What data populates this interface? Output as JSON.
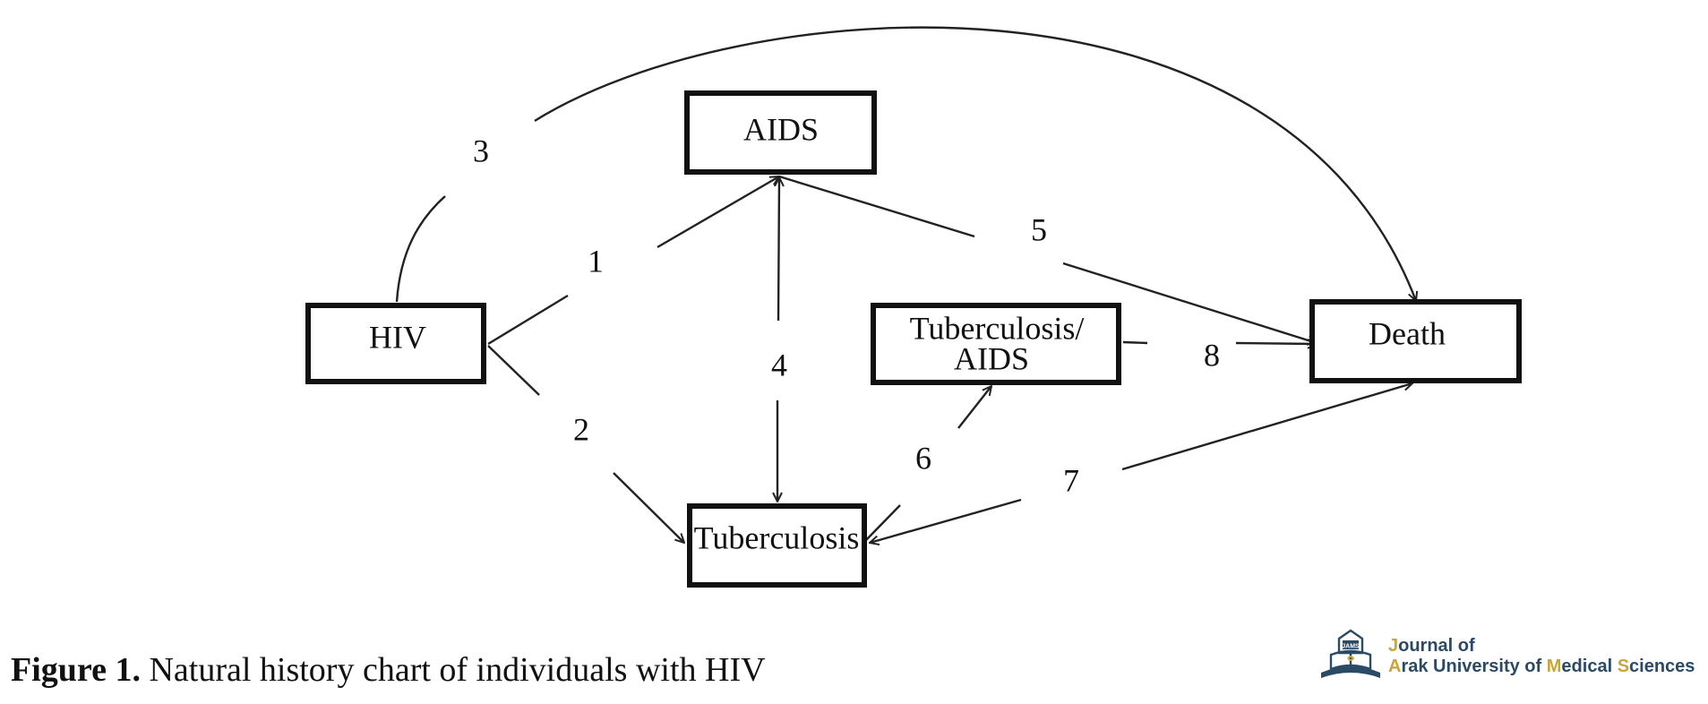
{
  "diagram": {
    "nodes": {
      "hiv": "HIV",
      "aids": "AIDS",
      "tb_aids_line1": "Tuberculosis/",
      "tb_aids_line2": "AIDS",
      "death": "Death",
      "tuberculosis": "Tuberculosis"
    },
    "edges": {
      "e1": "1",
      "e2": "2",
      "e3": "3",
      "e4": "4",
      "e5": "5",
      "e6": "6",
      "e7": "7",
      "e8": "8"
    }
  },
  "caption": {
    "label": "Figure 1.",
    "text": " Natural history chart of individuals with HIV"
  },
  "journal": {
    "line1_initial": "J",
    "line1_rest": "ournal of",
    "line2": [
      {
        "text": "A",
        "accent": true
      },
      {
        "text": "rak University of ",
        "accent": false
      },
      {
        "text": "M",
        "accent": true
      },
      {
        "text": "edical ",
        "accent": false
      },
      {
        "text": "S",
        "accent": true
      },
      {
        "text": "ciences",
        "accent": false
      }
    ],
    "emblem_text": "JAMS",
    "colors": {
      "primary": "#2b4a66",
      "accent": "#c9a53a"
    }
  }
}
